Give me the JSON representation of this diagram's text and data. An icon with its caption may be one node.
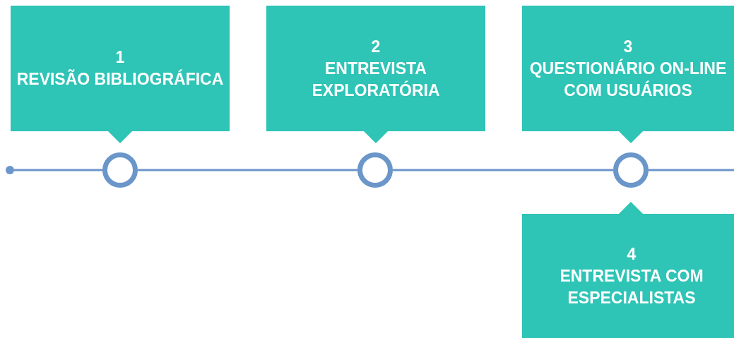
{
  "diagram": {
    "nodes": [
      {
        "text": [
          "1",
          "REVISÃO BIBLIOGRÁFICA"
        ]
      },
      {
        "text": [
          "2",
          "ENTREVISTA EXPLORATÓRIA"
        ]
      },
      {
        "text": [
          "3",
          "QUESTIONÁRIO ON-LINE COM USUÁRIOS"
        ]
      },
      {
        "text": [],
        "shape": "circle"
      },
      {
        "text": [],
        "shape": "circle"
      },
      {
        "text": [],
        "shape": "circle"
      },
      {
        "text": [],
        "shape": "circle"
      },
      {
        "text": [
          "4",
          "ENTREVISTA COM ESPECIALISTAS"
        ]
      }
    ],
    "edges": [
      {
        "from": 3,
        "to": 4,
        "arrow": "none"
      },
      {
        "from": 4,
        "to": 5,
        "arrow": "none"
      },
      {
        "from": 5,
        "to": 6,
        "arrow": "none"
      },
      {
        "from": 6,
        "to": null,
        "arrow": "none"
      }
    ]
  }
}
